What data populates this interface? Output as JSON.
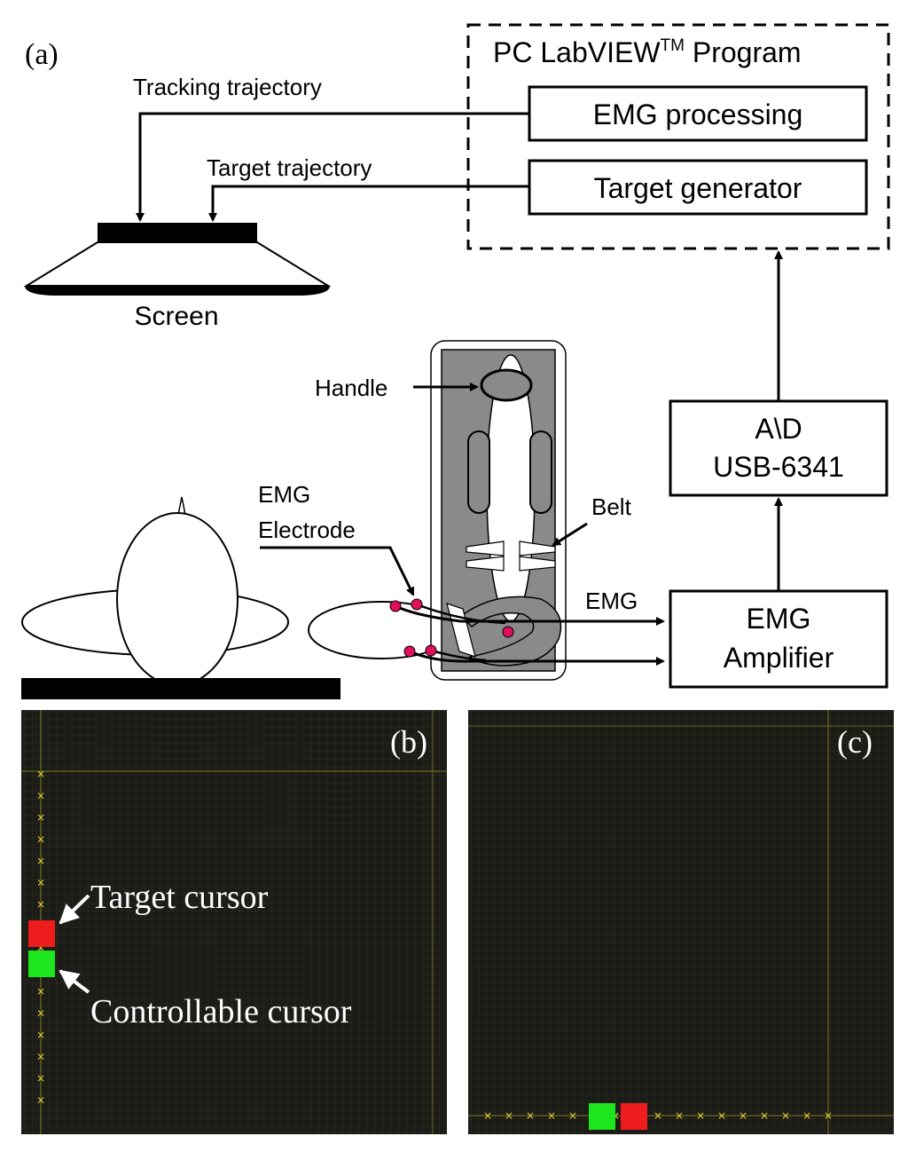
{
  "panel_a": {
    "label": "(a)",
    "pc_program": {
      "title_main": "PC LabVIEW",
      "title_sup": "TM",
      "title_end": " Program"
    },
    "emg_processing": "EMG processing",
    "target_generator": "Target generator",
    "tracking_trajectory": "Tracking trajectory",
    "target_trajectory": "Target trajectory",
    "screen": "Screen",
    "handle": "Handle",
    "belt": "Belt",
    "emg_electrode_line1": "EMG",
    "emg_electrode_line2": "Electrode",
    "emg_signal": "EMG",
    "ad_line1": "A\\D",
    "ad_line2": "USB-6341",
    "amplifier_line1": "EMG",
    "amplifier_line2": "Amplifier"
  },
  "panel_b": {
    "label": "(b)",
    "target_cursor": "Target cursor",
    "controllable_cursor": "Controllable cursor"
  },
  "panel_c": {
    "label": "(c)"
  },
  "colors": {
    "grid_background": "#1c1c18",
    "grid_line": "#5a5a1e",
    "marker": "#e6d23a",
    "target_cursor": "#ee1c1c",
    "controllable_cursor": "#1ee61e",
    "electrode": "#e0105a",
    "rig_gray": "#8a8a8a"
  }
}
